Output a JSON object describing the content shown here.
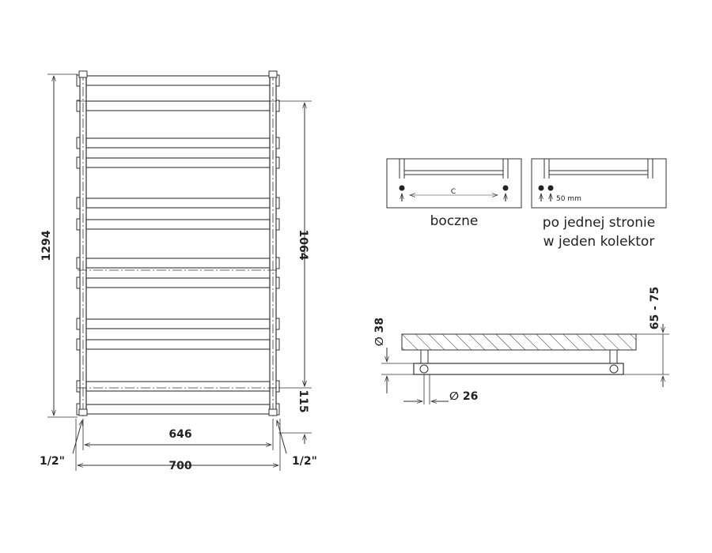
{
  "front_view": {
    "height_total": "1294",
    "height_axis": "1064",
    "bottom_offset": "115",
    "axis_spacing": "646",
    "width_total": "700",
    "thread_left": "1/2\"",
    "thread_right": "1/2\""
  },
  "connections": {
    "side": {
      "caption": "boczne",
      "distance_label": "C"
    },
    "same_side": {
      "caption_line1": "po jednej stronie",
      "caption_line2": "w jeden kolektor",
      "spacing_label": "50 mm"
    }
  },
  "side_view": {
    "wall_distance": "65 - 75",
    "collector_diameter": "∅ 38",
    "tube_diameter": "∅ 26"
  },
  "colors": {
    "line": "#333333",
    "text": "#222222"
  }
}
